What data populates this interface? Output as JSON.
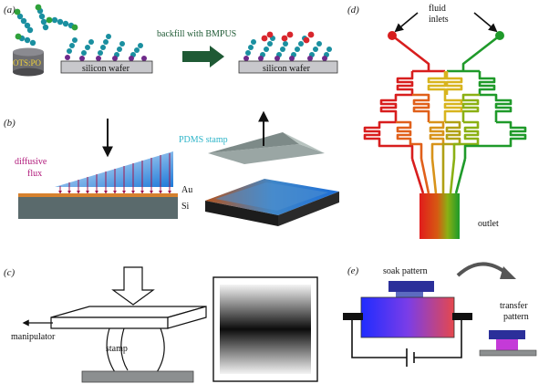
{
  "panels": {
    "a": {
      "label": "(a)",
      "ots_label": "OTS:PO",
      "wafer_left": "silicon wafer",
      "wafer_right": "silicon wafer",
      "step_text": "backfill with BMPUS"
    },
    "b": {
      "label": "(b)",
      "stamp_label": "PDMS stamp",
      "flux_label_1": "diffusive",
      "flux_label_2": "flux",
      "au_label": "Au",
      "si_label": "Si"
    },
    "c": {
      "label": "(c)",
      "manipulator_label": "manipulator",
      "stamp_label": "stamp"
    },
    "d": {
      "label": "(d)",
      "inlet_label_1": "fluid",
      "inlet_label_2": "inlets",
      "outlet_label": "outlet"
    },
    "e": {
      "label": "(e)",
      "soak_label": "soak pattern",
      "transfer_label_1": "transfer",
      "transfer_label_2": "pattern"
    }
  },
  "colors": {
    "molecule_teal": "#1a8fa0",
    "green_head": "#2fa13a",
    "red_head": "#d8262d",
    "purple_base": "#6e2a8a",
    "arrow_green": "#1f5a35",
    "flux_magenta": "#b0187a",
    "stamp_cyan": "#2fb5c9",
    "inlet_red": "#d81e1e",
    "inlet_green": "#1f9a2a"
  }
}
